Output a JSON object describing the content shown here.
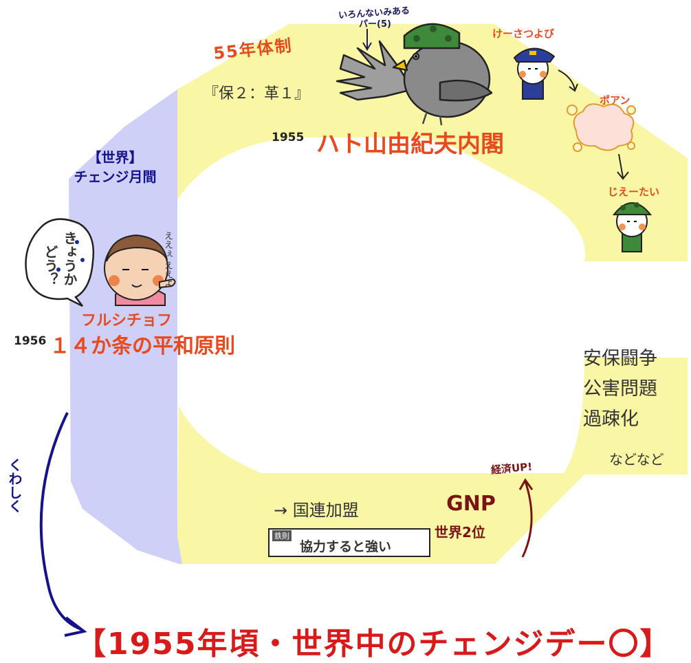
{
  "section_title": "55年体制",
  "seat_ratio": "『保２：革１』",
  "pigeon_note_line1": "いろんないみある",
  "pigeon_note_line2": "パー(5)",
  "police_label": "けーさつよび",
  "poof_label": "ポアン",
  "sdf_label": "じえーたい",
  "pm_year": "1955",
  "pm_name": "ハト山由紀夫内閣",
  "world_line1": "【世界】",
  "world_line2": "チェンジ月間",
  "speech_col1": "きょうか",
  "speech_col2": "どう？",
  "eee_text": "ええぇ ええよ",
  "khrushchev_label": "フルシチョフ",
  "peace_year": "1956",
  "peace_name": "１４か条の平和原則",
  "issues": [
    "安保闘争",
    "公害問題",
    "過疎化"
  ],
  "nadonado": "などなど",
  "un_join": "→ 国連加盟",
  "rule_tag": "鉄則",
  "rule_text": "協力すると強い",
  "gnp_line1": "GNP",
  "gnp_line2": "世界2位",
  "econ_up": "経済UP!",
  "kuwashiku": "くわしく",
  "bottom_title": "【1955年頃・世界中のチェンジデー〇】",
  "colors": {
    "band_yellow": "#f9f6a6",
    "band_lavender": "#cfd0f8",
    "red": "#e8491d",
    "navy": "#14138c",
    "maroon": "#7a1414"
  }
}
